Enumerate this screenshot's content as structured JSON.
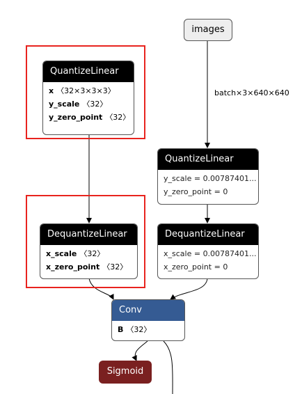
{
  "input_node": {
    "label": "images"
  },
  "edge_label": "batch×3×640×640",
  "left_quantize": {
    "title": "QuantizeLinear",
    "attrs": [
      {
        "key": "x",
        "value": "〈32×3×3×3〉"
      },
      {
        "key": "y_scale",
        "value": "〈32〉"
      },
      {
        "key": "y_zero_point",
        "value": "〈32〉"
      }
    ]
  },
  "left_dequantize": {
    "title": "DequantizeLinear",
    "attrs": [
      {
        "key": "x_scale",
        "value": "〈32〉"
      },
      {
        "key": "x_zero_point",
        "value": "〈32〉"
      }
    ]
  },
  "right_quantize": {
    "title": "QuantizeLinear",
    "attrs": [
      {
        "text": "y_scale = 0.00787401..."
      },
      {
        "text": "y_zero_point = 0"
      }
    ]
  },
  "right_dequantize": {
    "title": "DequantizeLinear",
    "attrs": [
      {
        "text": "x_scale = 0.00787401..."
      },
      {
        "text": "x_zero_point = 0"
      }
    ]
  },
  "conv": {
    "title": "Conv",
    "attrs": [
      {
        "key": "B",
        "value": "〈32〉"
      }
    ]
  },
  "sigmoid": {
    "label": "Sigmoid"
  },
  "colors": {
    "highlight": "#e8231e",
    "conv_header": "#355b93",
    "sigmoid": "#7a2020",
    "op_header": "#000000"
  }
}
